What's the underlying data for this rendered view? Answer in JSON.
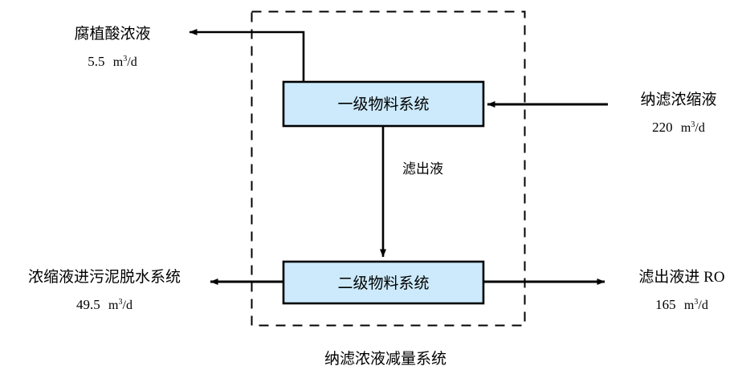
{
  "diagram": {
    "title": "纳滤浓液减量系统",
    "boundary": {
      "style": "dashed",
      "label": "纳滤浓液减量系统"
    },
    "colors": {
      "box_fill": "#CCEAFB",
      "box_stroke": "#000000",
      "line": "#000000",
      "background": "#FFFFFF"
    },
    "nodes": [
      {
        "id": "stage1",
        "label": "一级物料系统"
      },
      {
        "id": "stage2",
        "label": "二级物料系统"
      }
    ],
    "edge_labels": [
      {
        "id": "filtrate",
        "label": "滤出液"
      }
    ],
    "streams": [
      {
        "id": "humic-acid-out",
        "name": "腐植酸浓液",
        "value": "5.5",
        "unit_base": "m",
        "unit_sup": "3",
        "unit_tail": "/d",
        "direction": "out-left"
      },
      {
        "id": "nf-concentrate-in",
        "name": "纳滤浓缩液",
        "value": "220",
        "unit_base": "m",
        "unit_sup": "3",
        "unit_tail": "/d",
        "direction": "in-right"
      },
      {
        "id": "concentrate-to-sludge",
        "name": "浓缩液进污泥脱水系统",
        "value": "49.5",
        "unit_base": "m",
        "unit_sup": "3",
        "unit_tail": "/d",
        "direction": "out-left"
      },
      {
        "id": "filtrate-to-ro",
        "name": "滤出液进 RO",
        "value": "165",
        "unit_base": "m",
        "unit_sup": "3",
        "unit_tail": "/d",
        "direction": "out-right"
      }
    ]
  }
}
